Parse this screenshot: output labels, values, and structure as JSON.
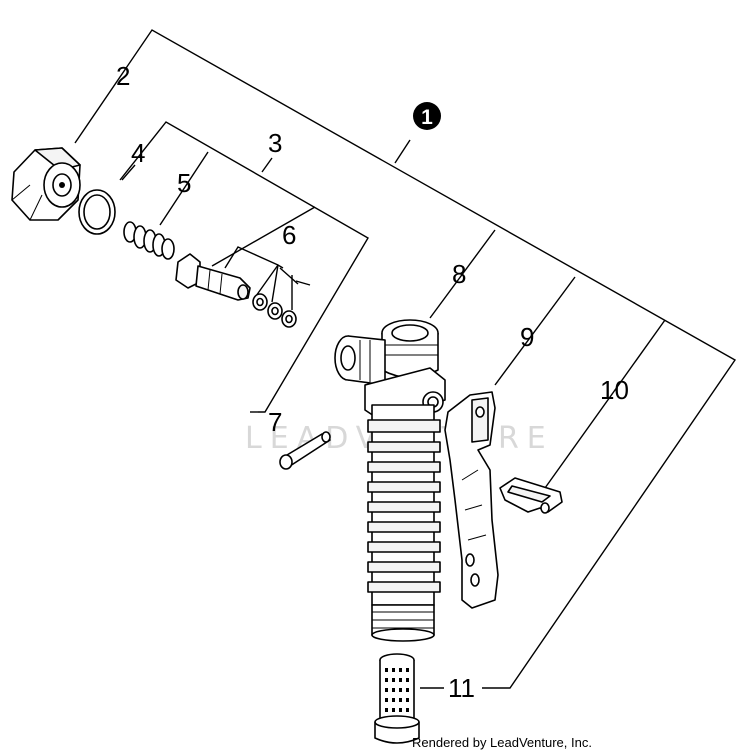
{
  "callout_labels": {
    "assembly": "1",
    "p2": "2",
    "p3": "3",
    "p4": "4",
    "p5": "5",
    "p6": "6",
    "p7": "7",
    "p8": "8",
    "p9": "9",
    "p10": "10",
    "p11": "11"
  },
  "watermark": "LEADVENTURE",
  "credit": "Rendered by LeadVenture, Inc."
}
